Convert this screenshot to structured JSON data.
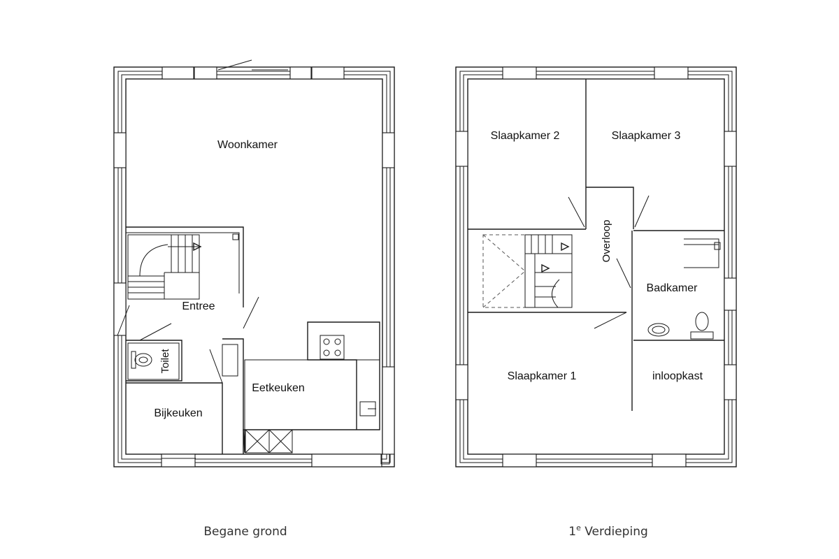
{
  "ground_floor": {
    "caption": "Begane grond",
    "rooms": {
      "woonkamer": "Woonkamer",
      "entree": "Entree",
      "toilet": "Toilet",
      "bijkeuken": "Bijkeuken",
      "eetkeuken": "Eetkeuken"
    }
  },
  "first_floor": {
    "caption_number": "1",
    "caption_superscript": "e",
    "caption_text": " Verdieping",
    "rooms": {
      "slaapkamer_2": "Slaapkamer 2",
      "slaapkamer_3": "Slaapkamer 3",
      "overloop": "Overloop",
      "badkamer": "Badkamer",
      "slaapkamer_1": "Slaapkamer 1",
      "inloopkast": "inloopkast"
    }
  },
  "colors": {
    "line": "#1a1a1a",
    "caption": "#333333",
    "background": "#ffffff"
  }
}
